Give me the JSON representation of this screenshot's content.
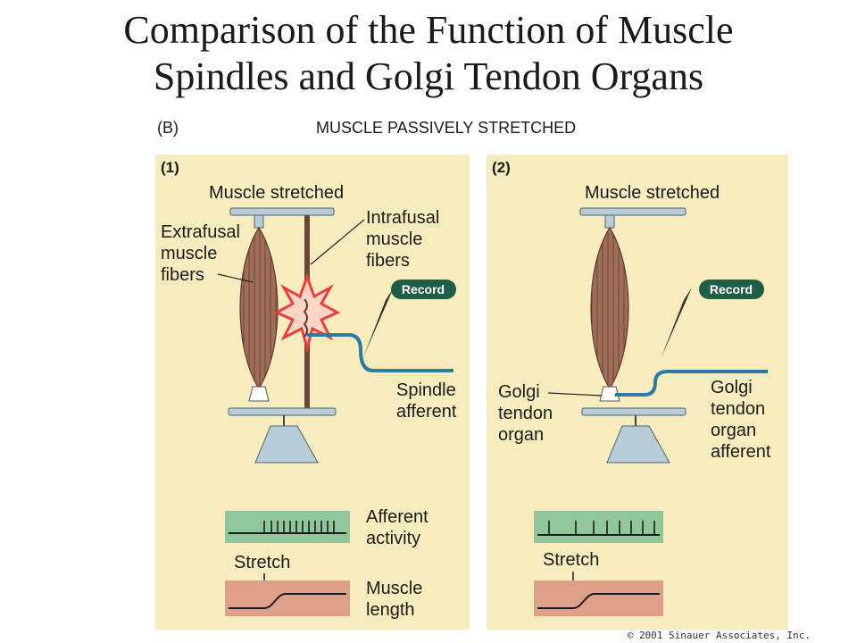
{
  "title": {
    "line1": "Comparison of the Function of Muscle",
    "line2": "Spindles and Golgi Tendon Organs"
  },
  "figure": {
    "part_label": "(B)",
    "condition": "MUSCLE PASSIVELY STRETCHED",
    "panels": [
      {
        "number": "(1)",
        "top_label": "Muscle stretched",
        "left_label": [
          "Extrafusal",
          "muscle",
          "fibers"
        ],
        "upper_label": [
          "Intrafusal",
          "muscle",
          "fibers"
        ],
        "record_label": "Record",
        "afferent_label": [
          "Spindle",
          "afferent"
        ],
        "trace_label": [
          "Afferent",
          "activity"
        ],
        "stretch_label": "Stretch",
        "length_label": [
          "Muscle",
          "length"
        ]
      },
      {
        "number": "(2)",
        "top_label": "Muscle stretched",
        "left_label": [
          "Golgi",
          "tendon",
          "organ"
        ],
        "record_label": "Record",
        "afferent_label": [
          "Golgi",
          "tendon",
          "organ",
          "afferent"
        ],
        "stretch_label": "Stretch"
      }
    ],
    "copyright": "© 2001 Sinauer Associates, Inc."
  },
  "colors": {
    "panel_bg": "#f7ecbe",
    "muscle": "#9c6a55",
    "nerve": "#2a7ba6",
    "record_badge": "#1f5e46",
    "trace_bg": "#8fc79a",
    "length_bg": "#dfa08a",
    "bar": "#b8cdd8",
    "starburst": "#e93f3c"
  }
}
